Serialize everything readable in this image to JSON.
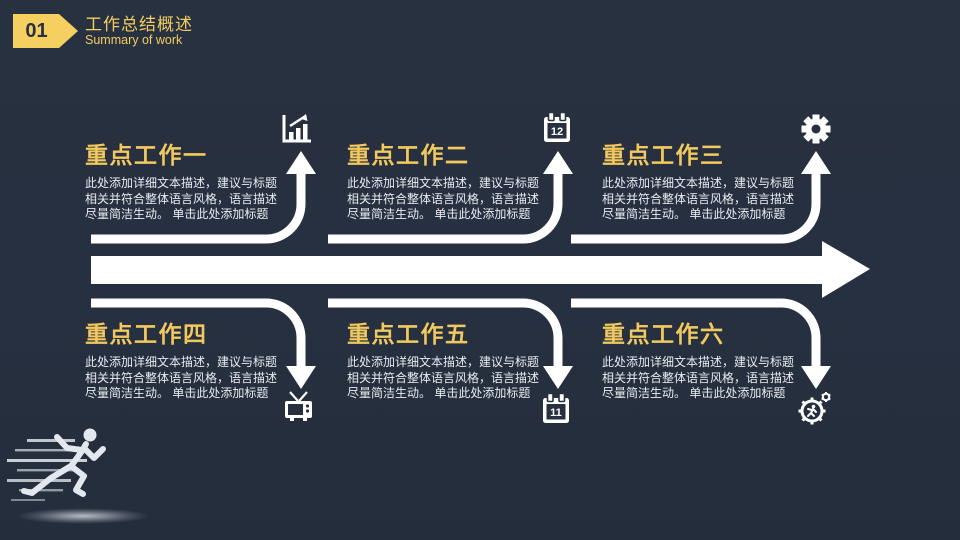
{
  "slide": {
    "background_color": "#273040",
    "accent_yellow": "#f2c95f",
    "arrow_white": "#ffffff"
  },
  "header": {
    "number": "01",
    "title": "工作总结概述",
    "subtitle": "Summary of work"
  },
  "sections": [
    {
      "title": "重点工作一",
      "body": "此处添加详细文本描述，建议与标题相关并符合整体语言风格，语言描述尽量简洁生动。 单击此处添加标题",
      "icon": "bar-chart-growth-icon",
      "direction": "up"
    },
    {
      "title": "重点工作二",
      "body": "此处添加详细文本描述，建议与标题相关并符合整体语言风格，语言描述尽量简洁生动。 单击此处添加标题",
      "icon": "calendar-icon",
      "icon_number": "12",
      "direction": "up"
    },
    {
      "title": "重点工作三",
      "body": "此处添加详细文本描述，建议与标题相关并符合整体语言风格，语言描述尽量简洁生动。 单击此处添加标题",
      "icon": "gear-icon",
      "direction": "up"
    },
    {
      "title": "重点工作四",
      "body": "此处添加详细文本描述，建议与标题相关并符合整体语言风格，语言描述尽量简洁生动。 单击此处添加标题",
      "icon": "tv-icon",
      "direction": "down"
    },
    {
      "title": "重点工作五",
      "body": "此处添加详细文本描述，建议与标题相关并符合整体语言风格，语言描述尽量简洁生动。 单击此处添加标题",
      "icon": "calendar-icon",
      "icon_number": "11",
      "direction": "down"
    },
    {
      "title": "重点工作六",
      "body": "此处添加详细文本描述，建议与标题相关并符合整体语言风格，语言描述尽量简洁生动。 单击此处添加标题",
      "icon": "person-gear-icon",
      "direction": "down"
    }
  ],
  "decorations": {
    "runner": "running-man-silhouette"
  }
}
